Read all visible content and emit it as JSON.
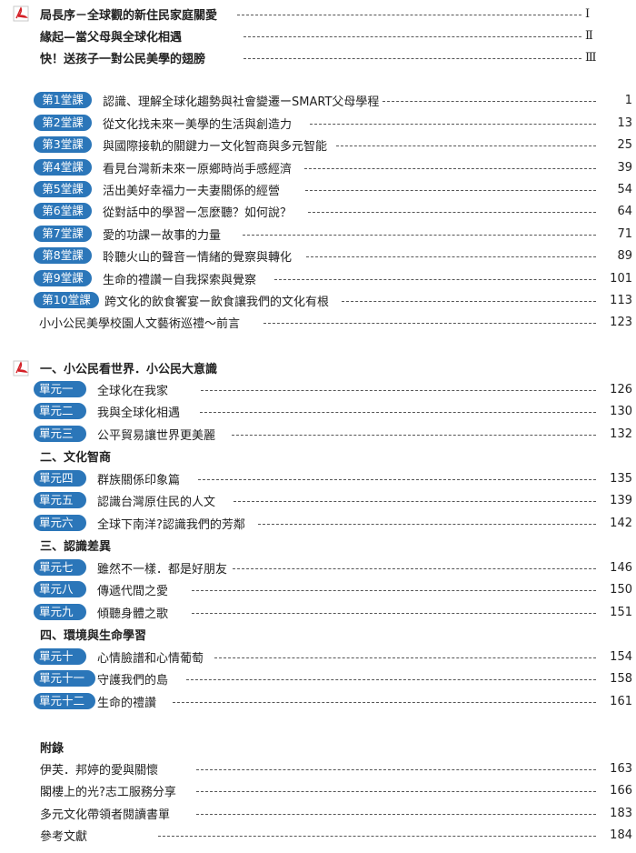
{
  "preface": [
    {
      "title": "局長序－全球觀的新住民家庭關愛",
      "page": "Ⅰ"
    },
    {
      "title": "緣起—當父母與全球化相遇",
      "page": "Ⅱ"
    },
    {
      "title": "快！送孩子一對公民美學的翅膀",
      "page": "Ⅲ"
    }
  ],
  "lessons": [
    {
      "badge": "第1堂課",
      "title": "認識、理解全球化趨勢與社會變遷ーSMART父母學程",
      "page": "1"
    },
    {
      "badge": "第2堂課",
      "title": "從文化找未來ー美學的生活與創造力",
      "page": "13"
    },
    {
      "badge": "第3堂課",
      "title": "與國際接軌的關鍵力ー文化智商與多元智能",
      "page": "25"
    },
    {
      "badge": "第4堂課",
      "title": "看見台灣新未來ー原鄉時尚手感經濟",
      "page": "39"
    },
    {
      "badge": "第5堂課",
      "title": "活出美好幸福力ー夫妻關係的經營",
      "page": "54"
    },
    {
      "badge": "第6堂課",
      "title": "從對話中的學習ー怎麼聽？如何說？",
      "page": "64"
    },
    {
      "badge": "第7堂課",
      "title": "愛的功課ー故事的力量",
      "page": "71"
    },
    {
      "badge": "第8堂課",
      "title": "聆聽火山的聲音ー情緒的覺察與轉化",
      "page": "89"
    },
    {
      "badge": "第9堂課",
      "title": "生命的禮讚ー自我探索與覺察",
      "page": "101"
    },
    {
      "badge": "第10堂課",
      "title": "跨文化的飲食饗宴ー飲食讓我們的文化有根",
      "page": "113"
    }
  ],
  "intro": {
    "title": "小小公民美學校園人文藝術巡禮～前言",
    "page": "123"
  },
  "sections": [
    {
      "heading": "一、小公民看世界．小公民大意識",
      "units": [
        {
          "badge": "單元一",
          "title": "全球化在我家",
          "page": "126"
        },
        {
          "badge": "單元二",
          "title": "我與全球化相遇",
          "page": "130"
        },
        {
          "badge": "單元三",
          "title": "公平貿易讓世界更美麗",
          "page": "132"
        }
      ]
    },
    {
      "heading": "二、文化智商",
      "units": [
        {
          "badge": "單元四",
          "title": "群族關係印象篇",
          "page": "135"
        },
        {
          "badge": "單元五",
          "title": "認識台灣原住民的人文",
          "page": "139"
        },
        {
          "badge": "單元六",
          "title": "全球下南洋?認識我們的芳鄰",
          "page": "142"
        }
      ]
    },
    {
      "heading": "三、認識差異",
      "units": [
        {
          "badge": "單元七",
          "title": "雖然不一樣．都是好朋友",
          "page": "146"
        },
        {
          "badge": "單元八",
          "title": "傳遞代間之愛",
          "page": "150"
        },
        {
          "badge": "單元九",
          "title": "傾聽身體之歌",
          "page": "151"
        }
      ]
    },
    {
      "heading": "四、環境與生命學習",
      "units": [
        {
          "badge": "單元十",
          "title": "心情臉譜和心情葡萄",
          "page": "154"
        },
        {
          "badge": "單元十一",
          "title": "守護我們的島",
          "page": "158"
        },
        {
          "badge": "單元十二",
          "title": "生命的禮讚",
          "page": "161"
        }
      ]
    }
  ],
  "appendix": {
    "heading": "附錄",
    "items": [
      {
        "title": "伊芙．邦婷的愛與關懷",
        "page": "163"
      },
      {
        "title": "閣樓上的光?志工服務分享",
        "page": "166"
      },
      {
        "title": "多元文化帶領者閱讀書單",
        "page": "183"
      },
      {
        "title": "參考文獻",
        "page": "184"
      }
    ]
  },
  "colors": {
    "badge": "#2b76b9",
    "pdf_icon": "#d42027"
  },
  "icons": [
    "pdf-icon"
  ]
}
